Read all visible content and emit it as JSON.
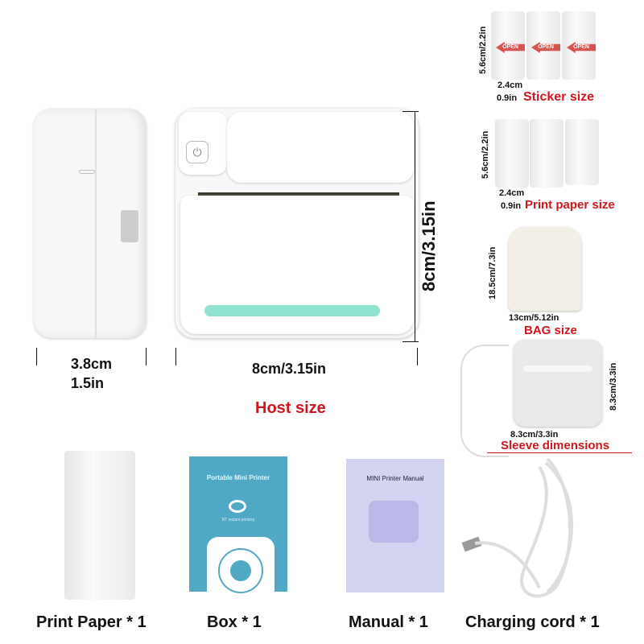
{
  "host": {
    "side_width": "3.8cm",
    "side_width_in": "1.5in",
    "front_width": "8cm/3.15in",
    "front_height": "8cm/3.15in",
    "title": "Host size"
  },
  "sticker": {
    "height": "5.6cm/2.2in",
    "width_cm": "2.4cm",
    "width_in": "0.9in",
    "roll_label": "OPEN",
    "title": "Sticker size"
  },
  "paper": {
    "height": "5.6cm/2.2in",
    "width_cm": "2.4cm",
    "width_in": "0.9in",
    "title": "Print paper size"
  },
  "bag": {
    "height": "18.5cm/7.3in",
    "width": "13cm/5.12in",
    "title": "BAG size"
  },
  "sleeve": {
    "height": "8.3cm/3.3in",
    "width": "8.3cm/3.3in",
    "title": "Sleeve dimensions"
  },
  "box": {
    "title": "Portable Mini Printer",
    "subtitle": "BT instant printing"
  },
  "manual": {
    "title": "MINI Printer Manual"
  },
  "captions": [
    "Print Paper * 1",
    "Box * 1",
    "Manual * 1",
    "Charging cord * 1"
  ],
  "colors": {
    "accent_red": "#d0151b",
    "teal_strip": "#8fe3cf",
    "box_blue": "#4fa9c4",
    "manual_lavender": "#cfd0f0"
  }
}
